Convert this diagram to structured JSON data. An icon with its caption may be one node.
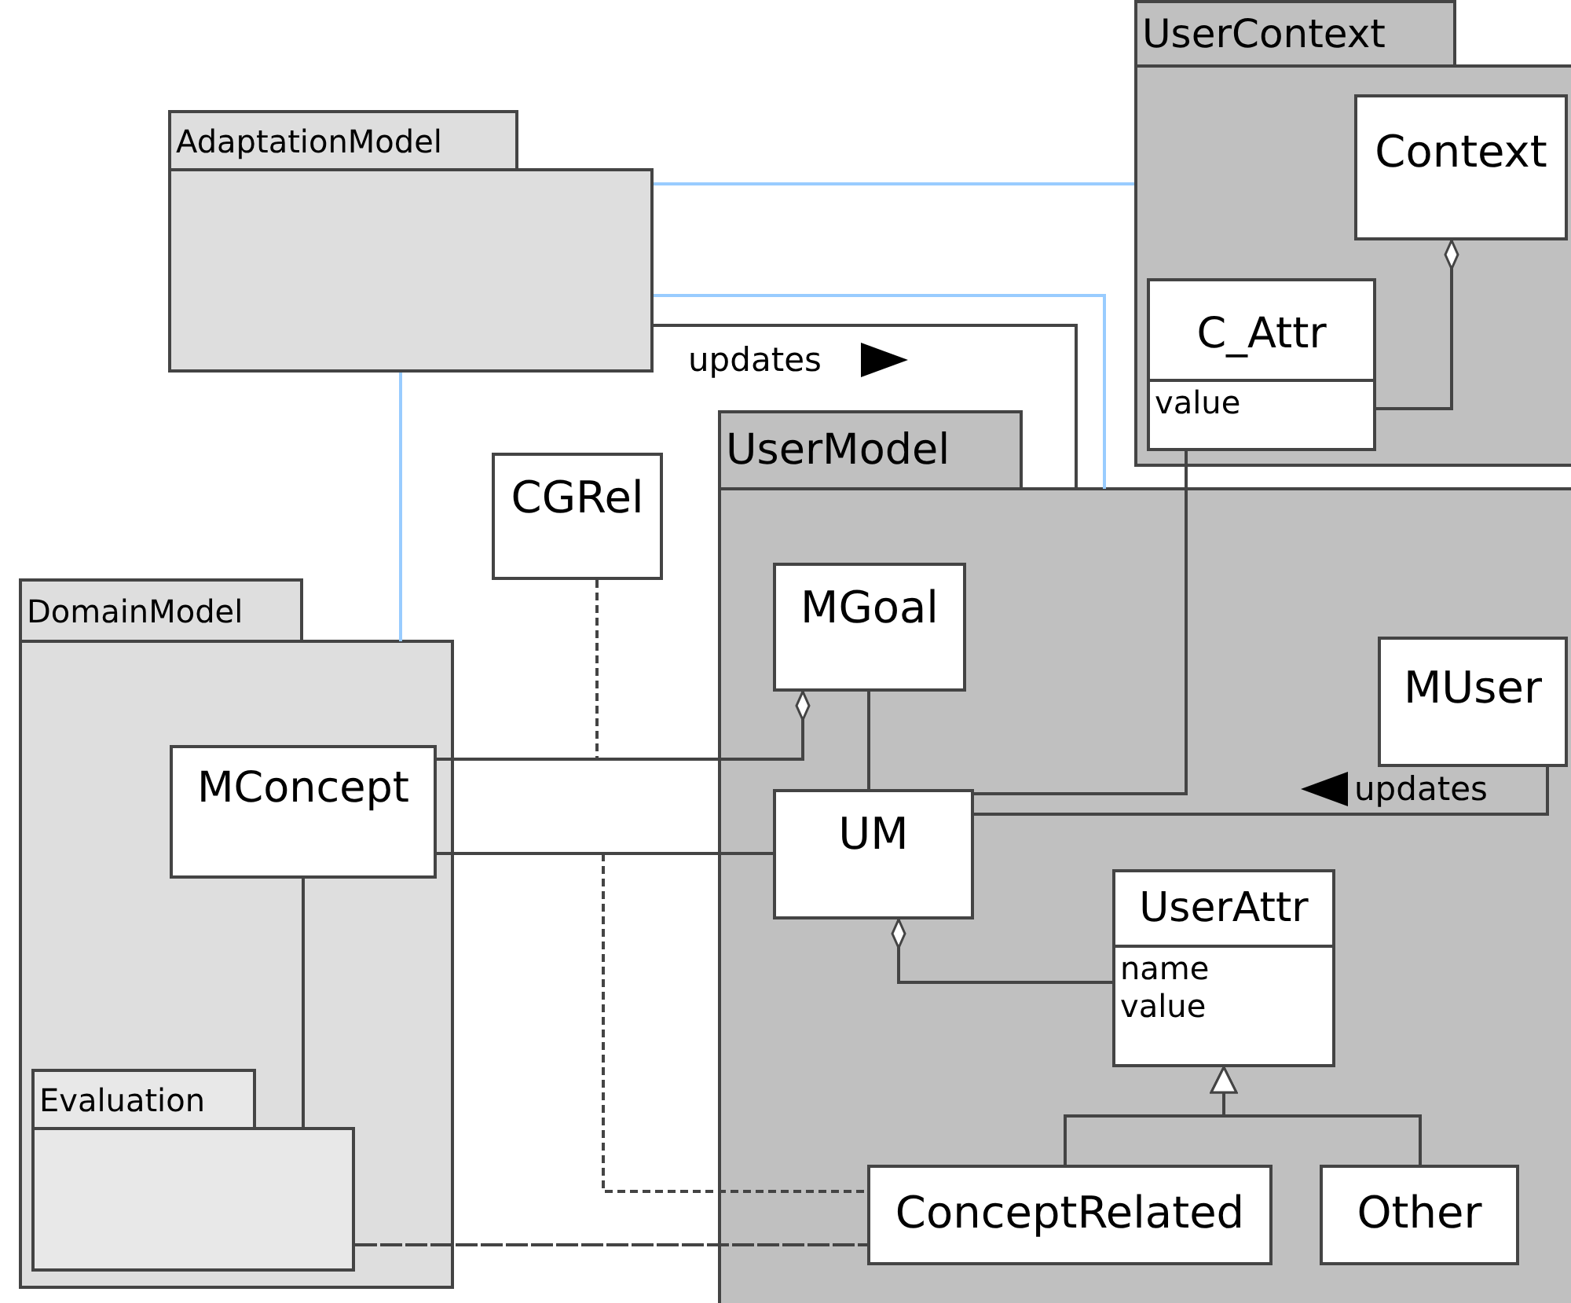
{
  "diagram": {
    "nodes": [
      {
        "text": [
          "AdaptationModel"
        ]
      },
      {
        "text": [
          "UserContext"
        ]
      },
      {
        "text": [
          "Context"
        ],
        "in": 1
      },
      {
        "text": [
          "C_Attr",
          "value"
        ],
        "in": 1
      },
      {
        "text": [
          "CGRel"
        ]
      },
      {
        "text": [
          "DomainModel"
        ]
      },
      {
        "text": [
          "MConcept"
        ],
        "in": 5
      },
      {
        "text": [
          "Evaluation"
        ],
        "in": 5
      },
      {
        "text": [
          "UserModel"
        ]
      },
      {
        "text": [
          "MGoal"
        ],
        "in": 8
      },
      {
        "text": [
          "MUser"
        ],
        "in": 8
      },
      {
        "text": [
          "UM"
        ],
        "in": 8
      },
      {
        "text": [
          "UserAttr",
          "name value"
        ],
        "in": 8
      },
      {
        "text": [
          "ConceptRelated"
        ],
        "in": 8
      },
      {
        "text": [
          "Other"
        ],
        "in": 8
      }
    ],
    "edges": [
      {
        "from": 0,
        "to": 1,
        "arrow": "none",
        "color": "#99ccff"
      },
      {
        "from": 0,
        "to": 8,
        "arrow": "none",
        "color": "#99ccff"
      },
      {
        "from": 0,
        "to": 8,
        "arrow": "none",
        "label": "updates"
      },
      {
        "from": 0,
        "to": 5,
        "arrow": "none",
        "color": "#99ccff"
      },
      {
        "from": 4,
        "to": null,
        "arrow": "none",
        "style": "dashed"
      },
      {
        "from": 6,
        "to": 9,
        "arrow": "other"
      },
      {
        "from": 9,
        "to": 11,
        "arrow": "none"
      },
      {
        "from": 6,
        "to": 11,
        "arrow": "none"
      },
      {
        "from": null,
        "to": 13,
        "arrow": "none",
        "style": "dashed"
      },
      {
        "from": 7,
        "to": 13,
        "arrow": "none",
        "style": "dashed"
      },
      {
        "from": 6,
        "to": 7,
        "arrow": "none"
      },
      {
        "from": 3,
        "to": 11,
        "arrow": "none"
      },
      {
        "from": 3,
        "to": 2,
        "arrow": "other"
      },
      {
        "from": 10,
        "to": 11,
        "arrow": "none",
        "label": "updates"
      },
      {
        "from": 12,
        "to": 11,
        "arrow": "other"
      },
      {
        "from": 13,
        "to": 12,
        "arrow": "to"
      },
      {
        "from": 14,
        "to": 12,
        "arrow": "to"
      }
    ]
  }
}
